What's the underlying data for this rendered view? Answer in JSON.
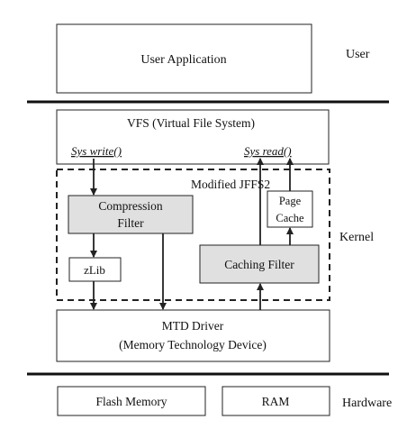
{
  "layers": {
    "user": "User",
    "kernel": "Kernel",
    "hardware": "Hardware"
  },
  "boxes": {
    "user_application": "User Application",
    "vfs": "VFS (Virtual File System)",
    "sys_write": "Sys write()",
    "sys_read": "Sys read()",
    "modified_jffs2": "Modified JFFS2",
    "compression_filter_line1": "Compression",
    "compression_filter_line2": "Filter",
    "page_cache_line1": "Page",
    "page_cache_line2": "Cache",
    "zlib": "zLib",
    "caching_filter": "Caching Filter",
    "mtd_driver_line1": "MTD Driver",
    "mtd_driver_line2": "(Memory Technology Device)",
    "flash_memory": "Flash Memory",
    "ram": "RAM"
  },
  "colors": {
    "stroke": "#222222",
    "filter_fill": "#e0e0e0",
    "background": "#ffffff"
  }
}
